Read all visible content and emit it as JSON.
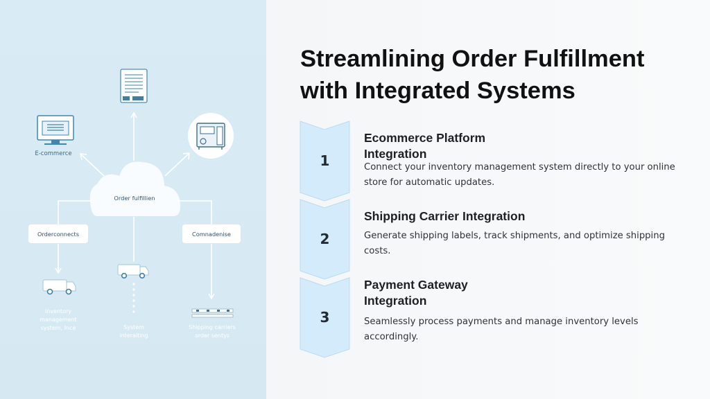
{
  "slide": {
    "title": "Streamlining Order Fulfillment\nwith Integrated Systems"
  },
  "diagram": {
    "center_label": "Order fulfillien",
    "ecommerce_label": "E-commerce",
    "left_box_label": "Orderconnects",
    "right_box_label": "Comnadenise",
    "bottom_left_caption": [
      "Inventory",
      "management",
      "system, Ince"
    ],
    "bottom_center_caption": [
      "System",
      "interalting"
    ],
    "bottom_right_caption": [
      "Shipping carriers",
      "order sentys"
    ],
    "icons": [
      "document-icon",
      "monitor-icon",
      "printer-icon",
      "van-icon",
      "shelf-icon"
    ]
  },
  "steps": [
    {
      "number": "1",
      "title": "Ecommerce Platform\nIntegration",
      "description": "Connect your inventory management system directly to your online store for automatic updates."
    },
    {
      "number": "2",
      "title": "Shipping Carrier Integration",
      "description": "Generate shipping labels, track shipments, and optimize shipping costs."
    },
    {
      "number": "3",
      "title": "Payment Gateway\nIntegration",
      "description": "Seamlessly process payments and manage inventory levels accordingly."
    }
  ],
  "colors": {
    "panel_bg": "#d9ebf4",
    "chevron_fill": "#d3ebfa",
    "chevron_stroke": "#b9dcf1",
    "title_text": "#111111"
  }
}
